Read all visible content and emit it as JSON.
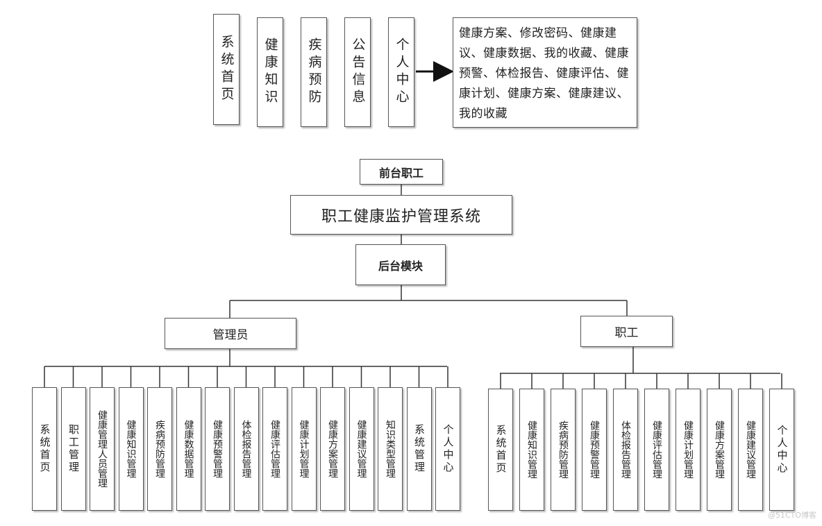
{
  "top_menu": {
    "items": [
      "系统首页",
      "健康知识",
      "疾病预防",
      "公告信息",
      "个人中心"
    ],
    "personal_center_detail": "健康方案、修改密码、健康建议、健康数据、我的收藏、健康预警、体检报告、健康评估、健康计划、健康方案、健康建议、我的收藏"
  },
  "chart": {
    "front_label": "前台职工",
    "system_name": "职工健康监护管理系统",
    "backend_label": "后台模块",
    "admin": {
      "label": "管理员",
      "modules": [
        "系统首页",
        "职工管理",
        "健康管理人员管理",
        "健康知识管理",
        "疾病预防管理",
        "健康数据管理",
        "健康预警管理",
        "体检报告管理",
        "健康评估管理",
        "健康计划管理",
        "健康方案管理",
        "健康建议管理",
        "知识类型管理",
        "系统管理",
        "个人中心"
      ]
    },
    "employee": {
      "label": "职工",
      "modules": [
        "系统首页",
        "健康知识管理",
        "疾病预防管理",
        "健康预警管理",
        "体检报告管理",
        "健康评估管理",
        "健康计划管理",
        "健康方案管理",
        "健康建议管理",
        "个人中心"
      ]
    }
  },
  "watermark": "@51CTO博客"
}
